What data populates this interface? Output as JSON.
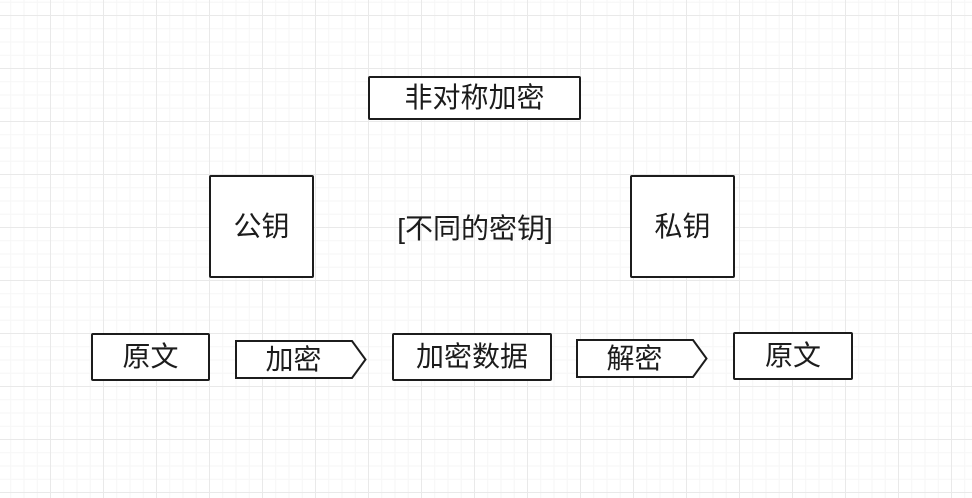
{
  "diagram": {
    "title": "非对称加密",
    "keys": {
      "public_key_label": "公钥",
      "private_key_label": "私钥",
      "note_label": "[不同的密钥]"
    },
    "flow": {
      "source_label": "原文",
      "encrypt_label": "加密",
      "encrypted_data_label": "加密数据",
      "decrypt_label": "解密",
      "result_label": "原文"
    },
    "colors": {
      "canvas_background": "#ffffff",
      "grid_minor": "#f6f6f6",
      "grid_major": "#e9e9e9",
      "shape_fill": "#ffffff",
      "shape_stroke": "#1c1c1c",
      "text": "#1c1c1c"
    }
  }
}
